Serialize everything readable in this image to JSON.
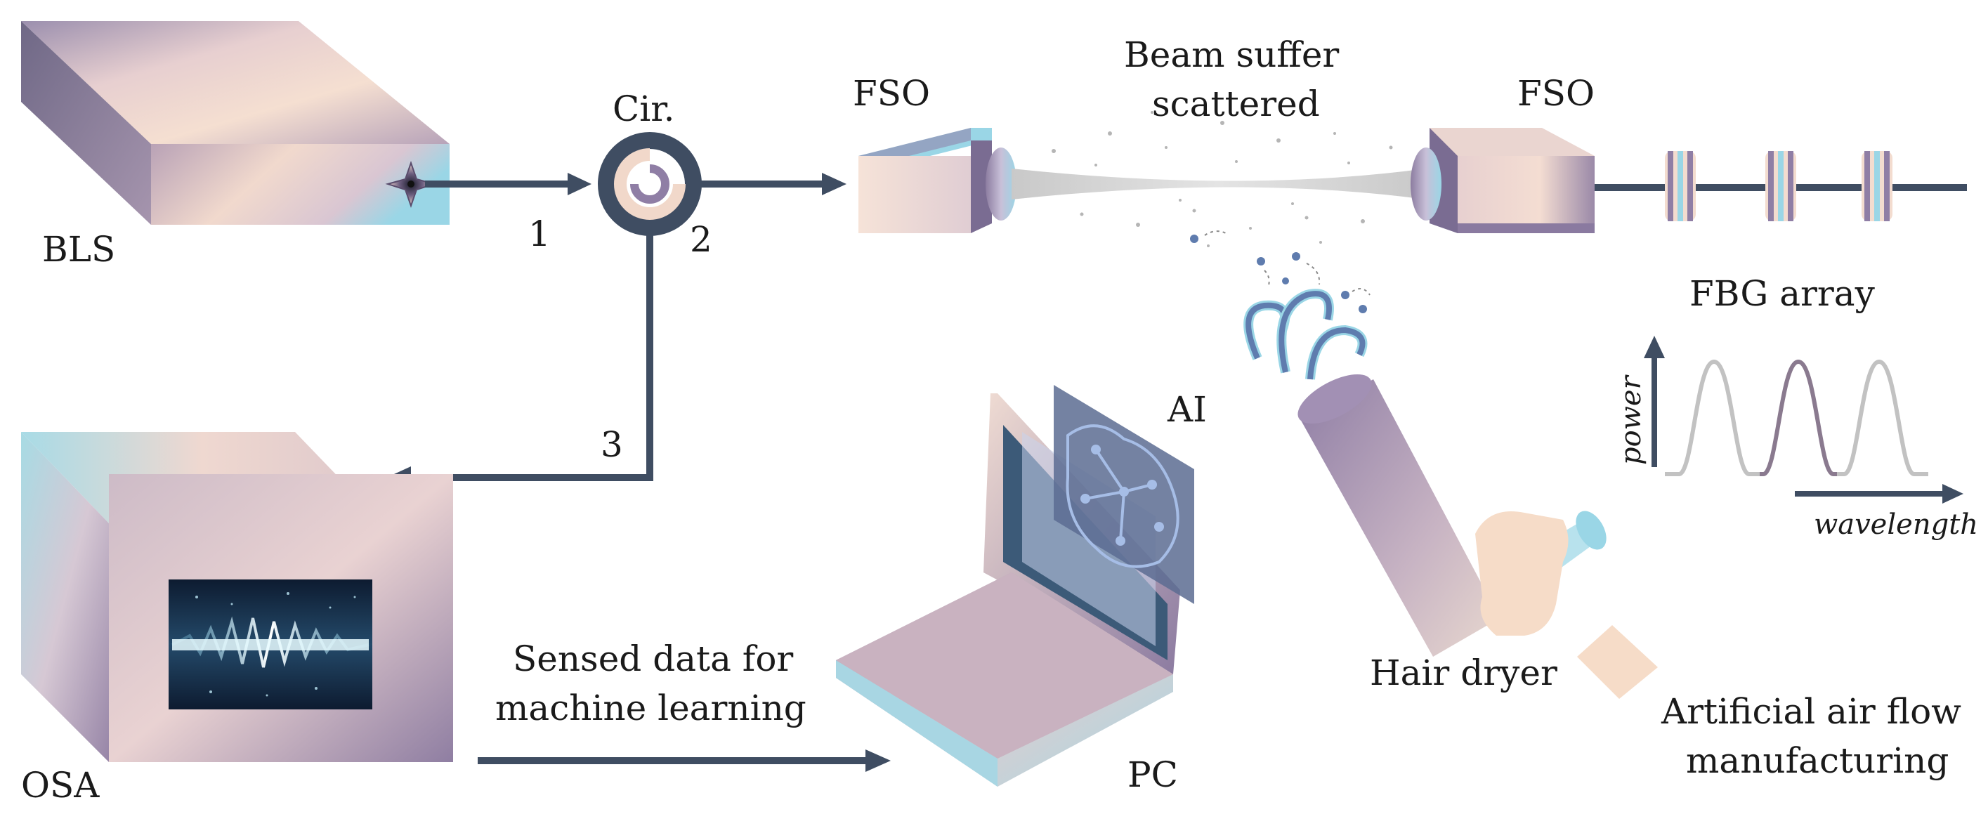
{
  "labels": {
    "bls": "BLS",
    "cir": "Cir.",
    "fso_left": "FSO",
    "fso_right": "FSO",
    "beam_line1": "Beam suffer",
    "beam_line2": "scattered",
    "fbg": "FBG array",
    "osa": "OSA",
    "ai": "AI",
    "pc": "PC",
    "hair_dryer": "Hair dryer",
    "airflow_line1": "Artificial air flow",
    "airflow_line2": "manufacturing",
    "sensed_line1": "Sensed data for",
    "sensed_line2": "machine learning",
    "port1": "1",
    "port2": "2",
    "port3": "3",
    "y_axis": "power",
    "x_axis": "wavelength"
  },
  "icons": {
    "source": "starburst-icon",
    "circulator": "circulator-icon",
    "fbg": "grating-icon",
    "airflow": "airflow-icon",
    "network": "neural-network-icon",
    "hand": "hand-icon"
  },
  "colors": {
    "line": "#3f4d62",
    "purple": "#8a7aa0",
    "peach": "#f3dccf",
    "cyan": "#9fd8e6"
  }
}
